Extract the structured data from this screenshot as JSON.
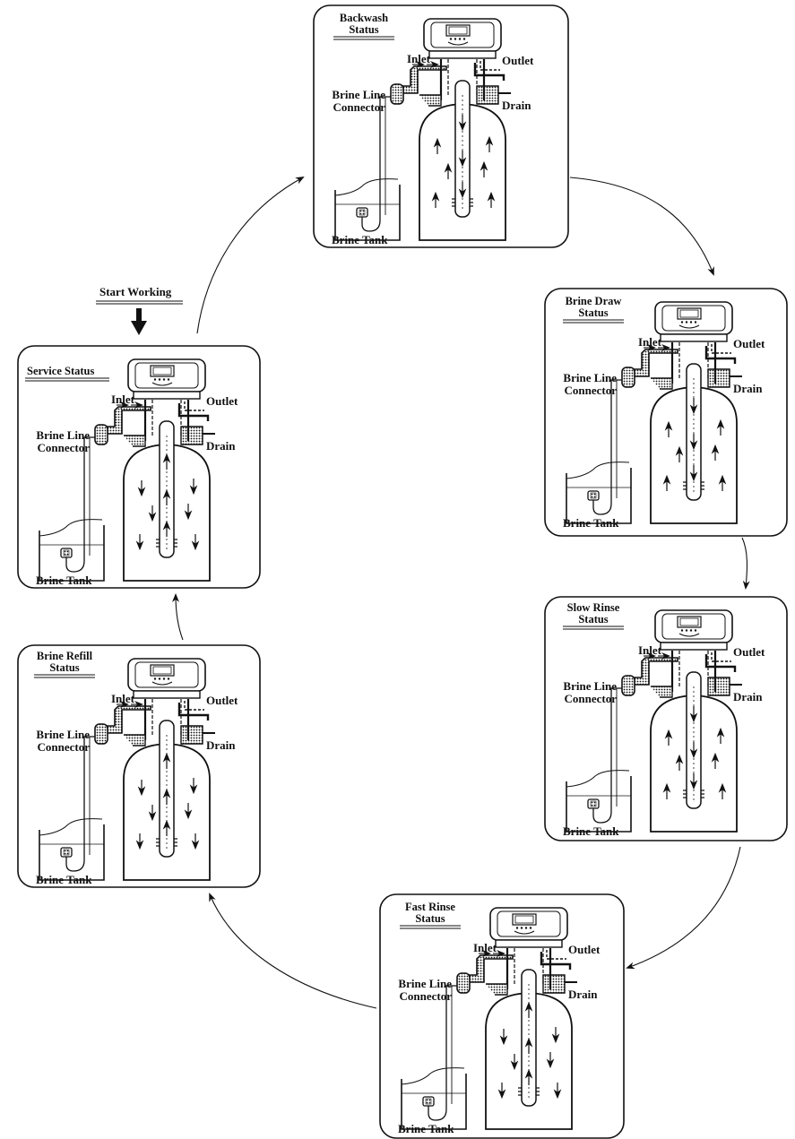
{
  "start": {
    "label": "Start Working"
  },
  "labels": {
    "inlet": "Inlet",
    "outlet": "Outlet",
    "drain": "Drain",
    "brine_line_1": "Brine Line",
    "brine_line_2": "Connector",
    "brine_tank": "Brine Tank"
  },
  "statuses": [
    {
      "id": "backwash",
      "title": [
        "Backwash",
        "Status"
      ]
    },
    {
      "id": "brine-draw",
      "title": [
        "Brine Draw",
        "Status"
      ]
    },
    {
      "id": "slow-rinse",
      "title": [
        "Slow Rinse",
        "Status"
      ]
    },
    {
      "id": "fast-rinse",
      "title": [
        "Fast Rinse",
        "Status"
      ]
    },
    {
      "id": "brine-refill",
      "title": [
        "Brine Refill",
        "Status"
      ]
    },
    {
      "id": "service",
      "title": [
        "Service Status"
      ]
    }
  ],
  "colors": {
    "line": "#111111",
    "panel": "#ffffff"
  }
}
